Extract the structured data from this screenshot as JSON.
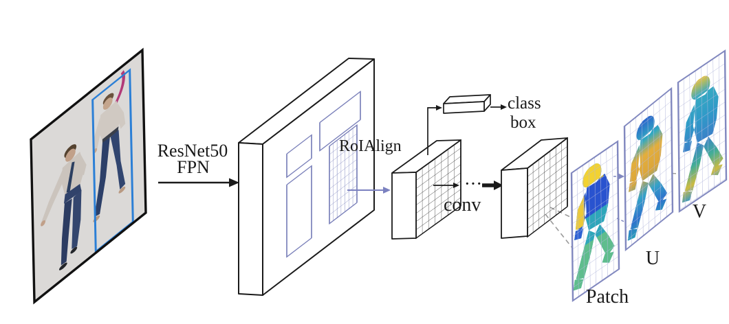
{
  "figure": {
    "backbone": {
      "line1": "ResNet50",
      "line2": "FPN"
    },
    "roi_align_label": "RoIAlign",
    "head": {
      "class_label": "class",
      "box_label": "box"
    },
    "conv_label": "conv",
    "ellipsis": "···",
    "outputs": {
      "patch_label": "Patch",
      "u_label": "U",
      "v_label": "V"
    }
  },
  "colors": {
    "outline_black": "#1a1a1a",
    "roi_box_blue": "#7b81ba",
    "output_grid_frame": "#8188bf",
    "output_grid_line": "#b3b8dc",
    "person_bbox_blue": "#2b7fd6",
    "dashed_gray": "#9a9a9a",
    "patch_yellow": "#f2d232",
    "patch_blue": "#2953cf",
    "patch_teal": "#2ea6ba",
    "patch_green": "#5fbd8d",
    "uv_orange": "#dca63a",
    "photo_background": "#dbd9d7",
    "jeans_navy": "#2c3f68"
  }
}
